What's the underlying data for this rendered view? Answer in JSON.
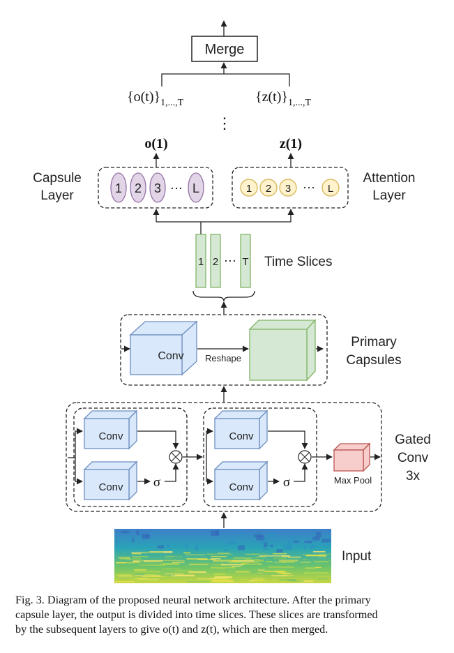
{
  "merge": {
    "label": "Merge"
  },
  "outputs": {
    "o_set": "{o(t)}",
    "o_set_sub": "1,...,T",
    "z_set": "{z(t)}",
    "z_set_sub": "1,...,T",
    "ellipsis": "⋮",
    "o1": "o(1)",
    "z1": "z(1)"
  },
  "capsule_layer": {
    "label_line1": "Capsule",
    "label_line2": "Layer",
    "items": [
      "1",
      "2",
      "3",
      "⋯",
      "L"
    ],
    "color": "#e1d5e7",
    "border": "#9673a6"
  },
  "attention_layer": {
    "label_line1": "Attention",
    "label_line2": "Layer",
    "items": [
      "1",
      "2",
      "3",
      "⋯",
      "L"
    ],
    "color": "#fff2cc",
    "border": "#d6b656"
  },
  "time_slices": {
    "label": "Time Slices",
    "items": [
      "1",
      "2",
      "⋯",
      "T"
    ],
    "color": "#d5e8d4",
    "border": "#82b366"
  },
  "primary_capsules": {
    "label_line1": "Primary",
    "label_line2": "Capsules",
    "conv": "Conv",
    "reshape": "Reshape"
  },
  "gated_conv": {
    "label_line1": "Gated",
    "label_line2": "Conv",
    "label_line3": "3x",
    "conv": "Conv",
    "sigma": "σ",
    "times": "⊗",
    "maxpool": "Max Pool",
    "conv_color": "#dae8fc",
    "conv_border": "#6c8ebf",
    "pool_color": "#f8cecc",
    "pool_border": "#b85450"
  },
  "input": {
    "label": "Input"
  },
  "caption": {
    "line1": "Fig. 3.  Diagram of the proposed neural network architecture. After the primary",
    "line2": "capsule layer, the output is divided into time slices. These slices are transformed",
    "line3": "by the subsequent layers to give o(t) and z(t), which are then merged."
  }
}
